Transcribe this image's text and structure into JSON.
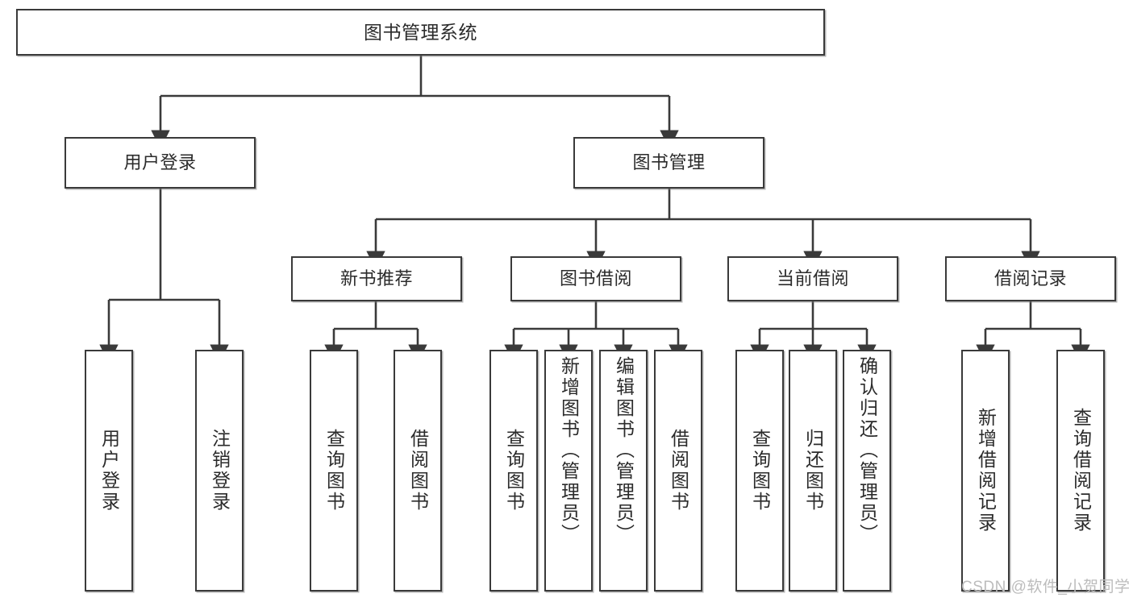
{
  "diagram": {
    "title": "图书管理系统",
    "type": "tree-hierarchy-chart",
    "colors": {
      "box_border": "#3a3a3a",
      "box_fill": "#ffffff",
      "edge": "#3a3a3a",
      "text": "#2b2b2b",
      "watermark": "#bcbcbc"
    },
    "root": {
      "label": "图书管理系统"
    },
    "level2": [
      {
        "id": "user-login",
        "label": "用户登录"
      },
      {
        "id": "book-management",
        "label": "图书管理"
      }
    ],
    "level3": [
      {
        "id": "new-book-recommend",
        "label": "新书推荐"
      },
      {
        "id": "book-borrow",
        "label": "图书借阅"
      },
      {
        "id": "current-borrow",
        "label": "当前借阅"
      },
      {
        "id": "borrow-record",
        "label": "借阅记录"
      }
    ],
    "leaves": {
      "user_login": [
        {
          "id": "leaf-user-login",
          "label": "用户登录"
        },
        {
          "id": "leaf-logout-login",
          "label": "注销登录"
        }
      ],
      "new_book_recommend": [
        {
          "id": "leaf-query-book-1",
          "label": "查询图书"
        },
        {
          "id": "leaf-borrow-book-1",
          "label": "借阅图书"
        }
      ],
      "book_borrow": [
        {
          "id": "leaf-query-book-2",
          "label": "查询图书"
        },
        {
          "id": "leaf-add-book",
          "label": "新增图书（管理员）"
        },
        {
          "id": "leaf-edit-book",
          "label": "编辑图书（管理员）"
        },
        {
          "id": "leaf-borrow-book-2",
          "label": "借阅图书"
        }
      ],
      "current_borrow": [
        {
          "id": "leaf-query-book-3",
          "label": "查询图书"
        },
        {
          "id": "leaf-return-book",
          "label": "归还图书"
        },
        {
          "id": "leaf-confirm-return",
          "label": "确认归还（管理员）"
        }
      ],
      "borrow_record": [
        {
          "id": "leaf-add-record",
          "label": "新增借阅记录"
        },
        {
          "id": "leaf-query-record",
          "label": "查询借阅记录"
        }
      ]
    },
    "watermark": "CSDN @软件_小贺同学"
  }
}
